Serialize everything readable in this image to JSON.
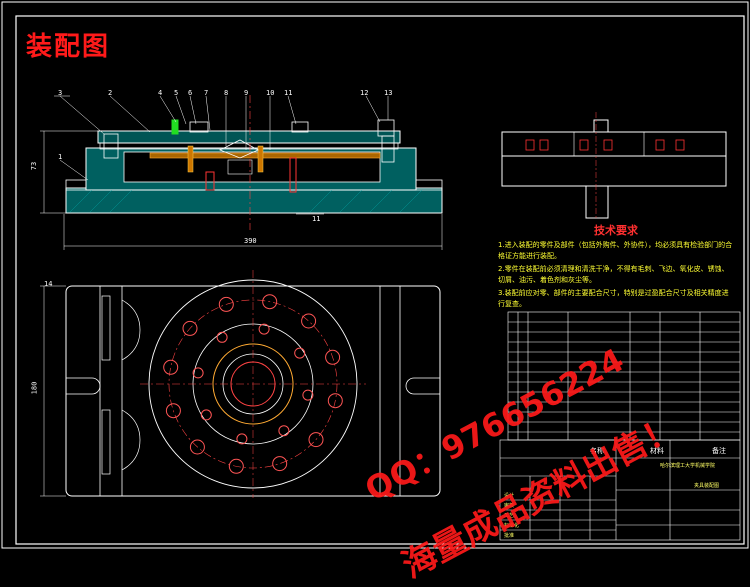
{
  "drawing": {
    "title": "装配图",
    "callouts": [
      "3",
      "2",
      "4",
      "5",
      "6",
      "7",
      "8",
      "9",
      "10",
      "11",
      "12",
      "13",
      "1",
      "14"
    ],
    "dims": {
      "total_width": "390",
      "height_left": "73",
      "plan_height": "180",
      "small_right": "11"
    }
  },
  "tech_requirements": {
    "title": "技术要求",
    "items": [
      "1.进入装配的零件及部件（包括外购件、外协件），均必须具有检验部门的合格证方能进行装配。",
      "2.零件在装配前必须清理和清洗干净，不得有毛刺、飞边、氧化皮、锈蚀、切屑、油污、着色剂和灰尘等。",
      "3.装配前应对零、部件的主要配合尺寸，特别是过盈配合尺寸及相关精度进行复查。"
    ]
  },
  "title_block": {
    "headers": [
      "名称",
      "材料",
      "备注"
    ],
    "school": "哈尔滨理工大学机械学院",
    "drawing_name": "夹具装配图",
    "row_labels": [
      "设计",
      "审核",
      "工艺",
      "标准化",
      "批准"
    ]
  },
  "watermark": {
    "qq": "QQ：976656224",
    "sale": "海量成品资料出售！"
  },
  "colors": {
    "background": "#000000",
    "line": "#ffffff",
    "fill": "#006060",
    "red": "#ff1a1a",
    "yellow": "#ffff33",
    "green": "#22dd22"
  }
}
